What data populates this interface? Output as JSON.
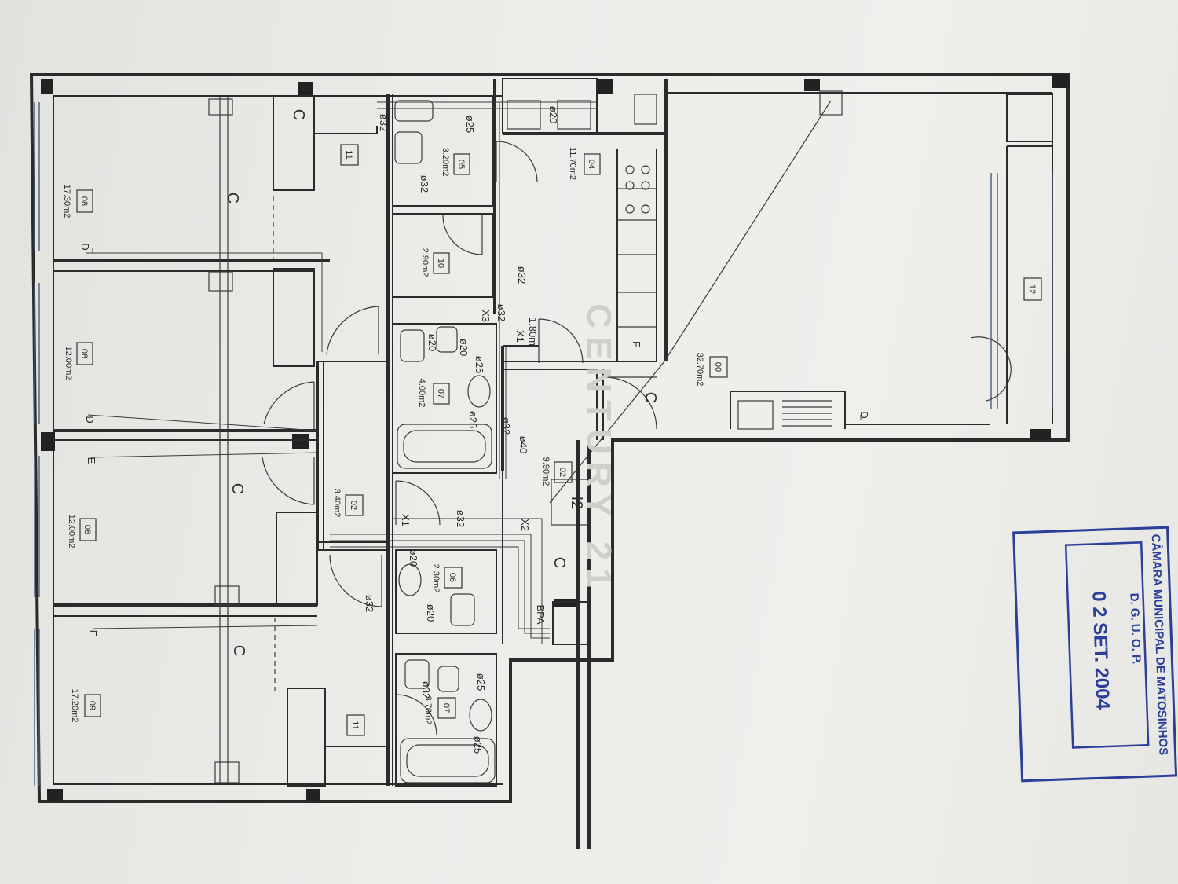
{
  "rooms": [
    {
      "tag": "08",
      "area": "17.30m2"
    },
    {
      "tag": "08",
      "area": "12.00m2"
    },
    {
      "tag": "08",
      "area": "12.00m2"
    },
    {
      "tag": "09",
      "area": "17.20m2"
    },
    {
      "tag": "05",
      "area": "3.20m2"
    },
    {
      "tag": "04",
      "area": "11.70m2"
    },
    {
      "tag": "10",
      "area": "2.90m2"
    },
    {
      "tag": "07",
      "area": "4.00m2"
    },
    {
      "tag": "00",
      "area": "32.70m2"
    },
    {
      "tag": "02",
      "area": "9.90m2"
    },
    {
      "tag": "02",
      "area": "3.40m2"
    },
    {
      "tag": "06",
      "area": "2.30m2"
    },
    {
      "tag": "07",
      "area": "3.70m2"
    },
    {
      "tag": "11",
      "area": ""
    },
    {
      "tag": "11",
      "area": ""
    },
    {
      "tag": "12",
      "area": ""
    }
  ],
  "letters": {
    "c": "C",
    "f": "F",
    "d": "D",
    "e": "E",
    "i2": "I2",
    "bpa": "BPA",
    "x3": "X3",
    "x1": "X1",
    "x2": "X2",
    "x1b": "X1",
    "h180": "1.80m"
  },
  "dims": [
    "ø25",
    "ø32",
    "ø32",
    "ø20",
    "ø32",
    "ø32",
    "ø20",
    "ø20",
    "ø25",
    "ø25",
    "ø40",
    "ø32",
    "ø20",
    "ø20",
    "ø32",
    "ø25",
    "ø25",
    "ø32",
    "ø32"
  ],
  "watermark": "CENTURY 21",
  "stamp": {
    "line1": "CÂMARA MUNICIPAL DE MATOSINHOS",
    "line2": "D. G. U. O. P.",
    "date": "0 2 SET. 2004",
    "color": "#2b3f9a"
  }
}
